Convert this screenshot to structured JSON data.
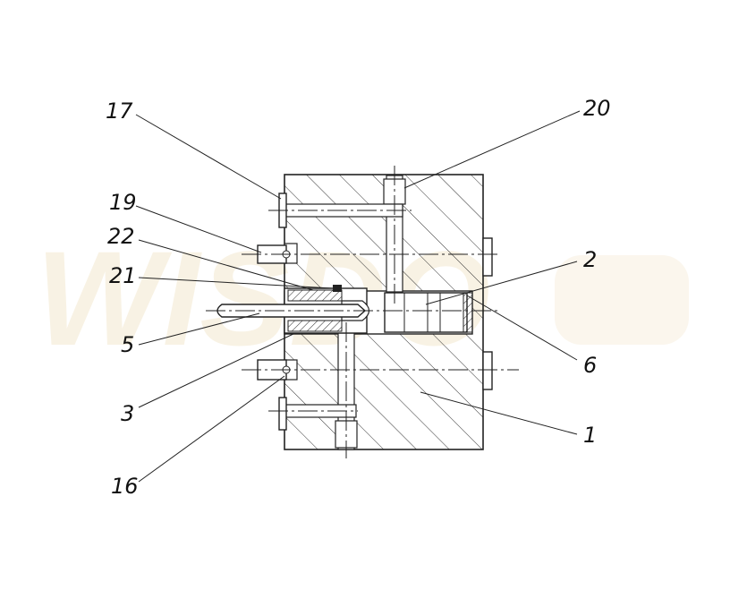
{
  "watermark": "WISDO",
  "callouts": [
    {
      "id": "17",
      "text": "17"
    },
    {
      "id": "20",
      "text": "20"
    },
    {
      "id": "19",
      "text": "19"
    },
    {
      "id": "22",
      "text": "22"
    },
    {
      "id": "21",
      "text": "21"
    },
    {
      "id": "2",
      "text": "2"
    },
    {
      "id": "5",
      "text": "5"
    },
    {
      "id": "6",
      "text": "6"
    },
    {
      "id": "3",
      "text": "3"
    },
    {
      "id": "1",
      "text": "1"
    },
    {
      "id": "16",
      "text": "16"
    }
  ]
}
